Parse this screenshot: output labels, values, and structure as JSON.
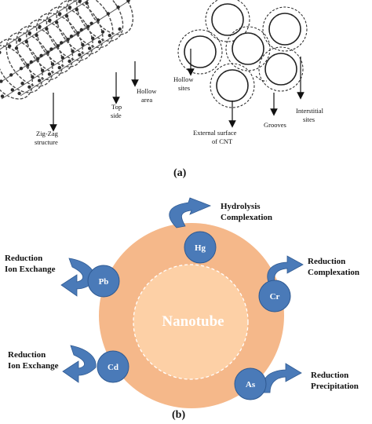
{
  "panel_a": {
    "caption": "(a)",
    "tube_labels": {
      "zigzag_line1": "Zig-Zag",
      "zigzag_line2": "structure",
      "top_line1": "Top",
      "top_line2": "side",
      "hollow_line1": "Hollow",
      "hollow_line2": "area"
    },
    "bundle_labels": {
      "hollow_sites_line1": "Hollow",
      "hollow_sites_line2": "sites",
      "external_line1": "External  surface",
      "external_line2": "of CNT",
      "grooves": "Grooves",
      "interstitial_line1": "Interstitial",
      "interstitial_line2": "sites"
    }
  },
  "panel_b": {
    "caption": "(b)",
    "center_label": "Nanotube",
    "metals": [
      {
        "symbol": "Hg",
        "line1": "Hydrolysis",
        "line2": "Complexation"
      },
      {
        "symbol": "Pb",
        "line1": "Reduction",
        "line2": "Ion Exchange"
      },
      {
        "symbol": "Cr",
        "line1": "Reduction",
        "line2": "Complexation"
      },
      {
        "symbol": "Cd",
        "line1": "Reduction",
        "line2": "Ion Exchange"
      },
      {
        "symbol": "As",
        "line1": "Reduction",
        "line2": "Precipitation"
      }
    ],
    "colors": {
      "outer_ring": "#f5b88a",
      "inner_core": "#fdd0a6",
      "metal_circle": "#4a7ab8",
      "arrow": "#4a7ab8"
    }
  }
}
